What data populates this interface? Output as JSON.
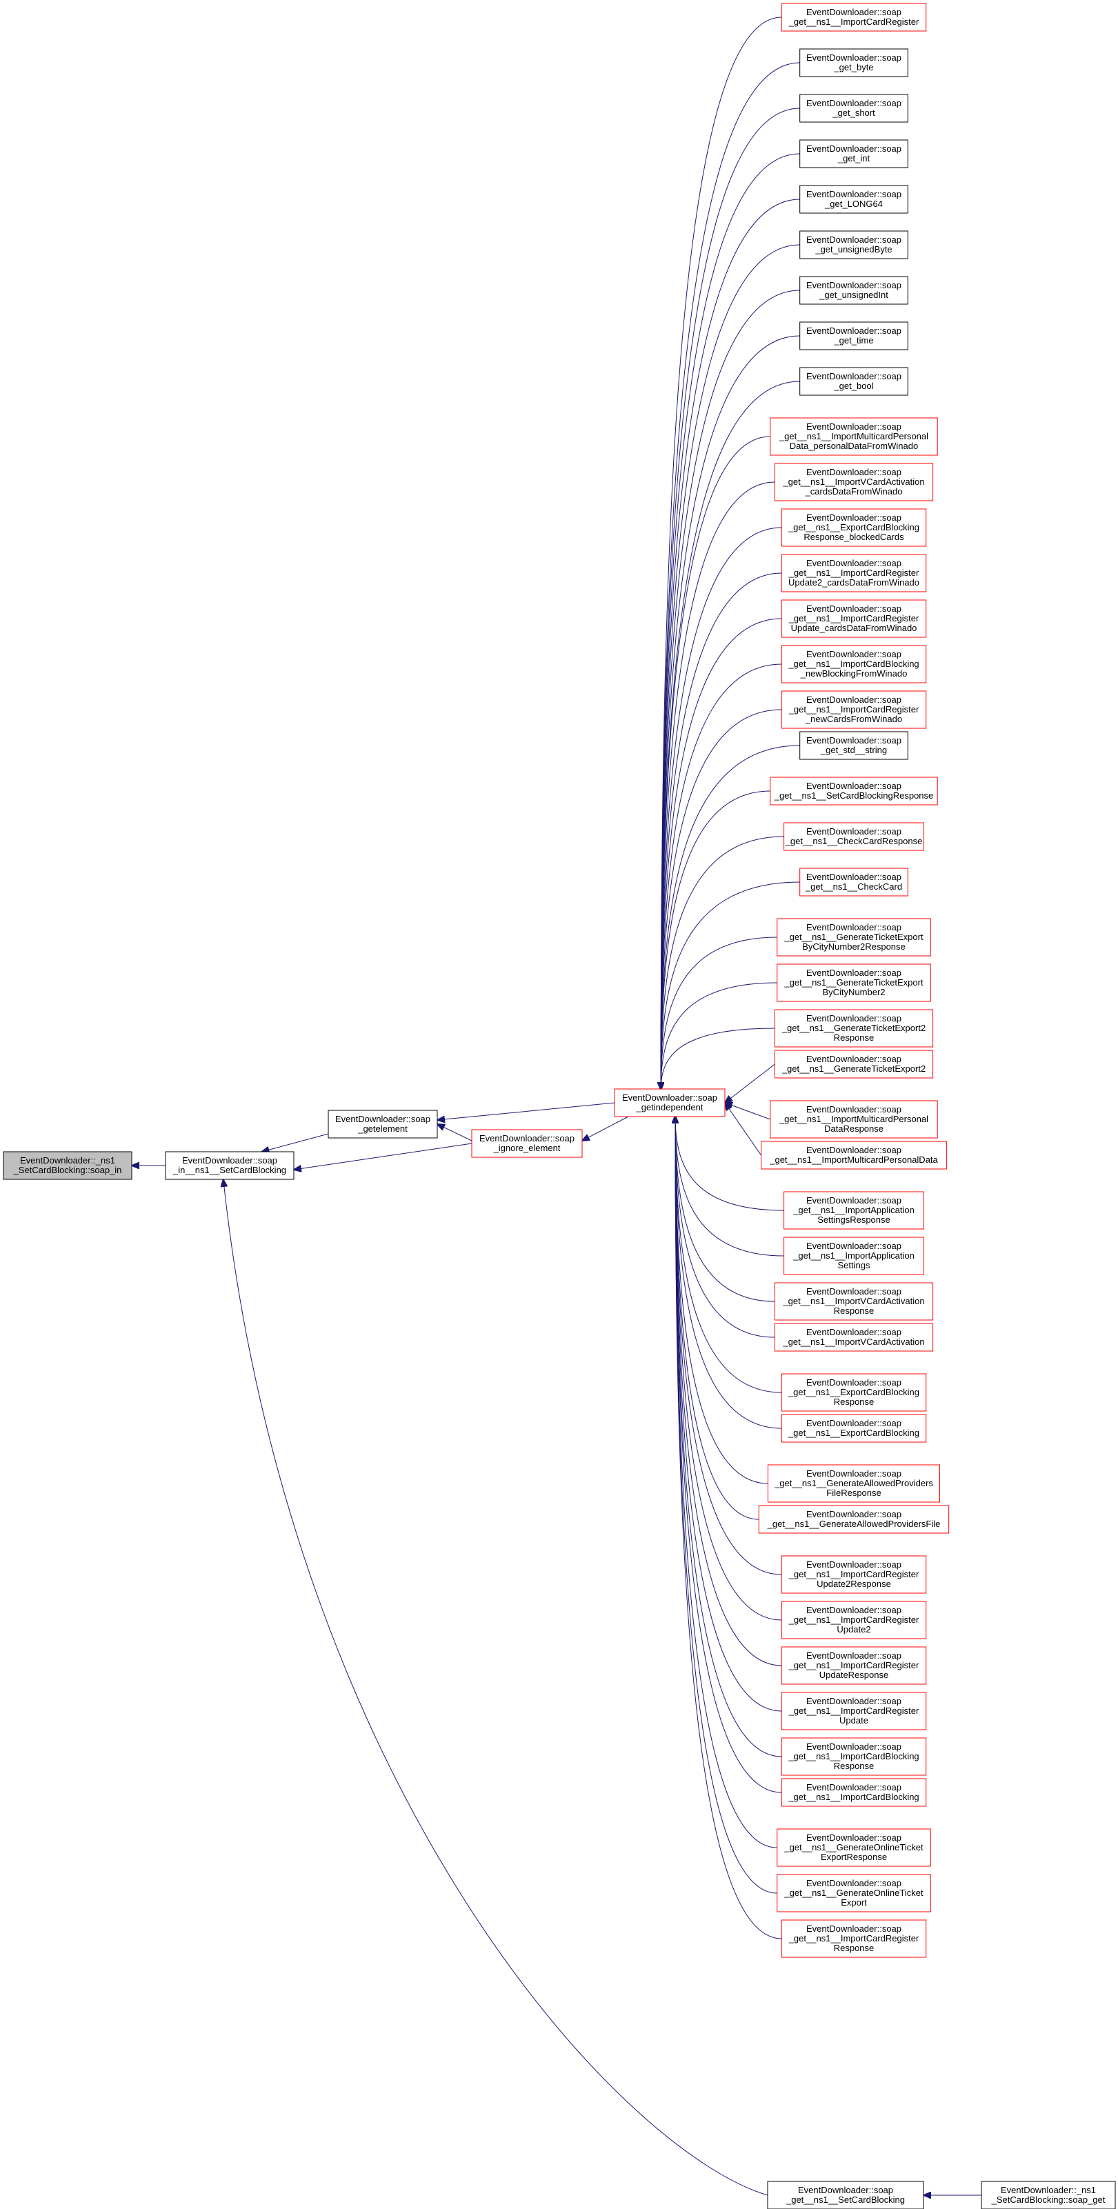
{
  "colors": {
    "edge": "#191970",
    "red_border": "#ff0000",
    "black_border": "#000000",
    "root_fill": "#bfbfbf",
    "node_fill": "#ffffff"
  },
  "nodes": {
    "root": {
      "lines": [
        "EventDownloader::_ns1",
        "_SetCardBlocking::soap_in"
      ],
      "style": "root"
    },
    "in_setcardblocking": {
      "lines": [
        "EventDownloader::soap",
        "_in__ns1__SetCardBlocking"
      ],
      "style": "black"
    },
    "getelement": {
      "lines": [
        "EventDownloader::soap",
        "_getelement"
      ],
      "style": "black"
    },
    "ignore_element": {
      "lines": [
        "EventDownloader::soap",
        "_ignore_element"
      ],
      "style": "red"
    },
    "getindependent": {
      "lines": [
        "EventDownloader::soap",
        "_getindependent"
      ],
      "style": "red"
    },
    "get_setcardblocking": {
      "lines": [
        "EventDownloader::soap",
        "_get__ns1__SetCardBlocking"
      ],
      "style": "black"
    },
    "soap_get": {
      "lines": [
        "EventDownloader::_ns1",
        "_SetCardBlocking::soap_get"
      ],
      "style": "black"
    }
  },
  "right_nodes": [
    {
      "lines": [
        "EventDownloader::soap",
        "_get__ns1__ImportCardRegister"
      ],
      "style": "red"
    },
    {
      "lines": [
        "EventDownloader::soap",
        "_get_byte"
      ],
      "style": "black"
    },
    {
      "lines": [
        "EventDownloader::soap",
        "_get_short"
      ],
      "style": "black"
    },
    {
      "lines": [
        "EventDownloader::soap",
        "_get_int"
      ],
      "style": "black"
    },
    {
      "lines": [
        "EventDownloader::soap",
        "_get_LONG64"
      ],
      "style": "black"
    },
    {
      "lines": [
        "EventDownloader::soap",
        "_get_unsignedByte"
      ],
      "style": "black"
    },
    {
      "lines": [
        "EventDownloader::soap",
        "_get_unsignedInt"
      ],
      "style": "black"
    },
    {
      "lines": [
        "EventDownloader::soap",
        "_get_time"
      ],
      "style": "black"
    },
    {
      "lines": [
        "EventDownloader::soap",
        "_get_bool"
      ],
      "style": "black"
    },
    {
      "lines": [
        "EventDownloader::soap",
        "_get__ns1__ImportMulticardPersonal",
        "Data_personalDataFromWinado"
      ],
      "style": "red"
    },
    {
      "lines": [
        "EventDownloader::soap",
        "_get__ns1__ImportVCardActivation",
        "_cardsDataFromWinado"
      ],
      "style": "red"
    },
    {
      "lines": [
        "EventDownloader::soap",
        "_get__ns1__ExportCardBlocking",
        "Response_blockedCards"
      ],
      "style": "red"
    },
    {
      "lines": [
        "EventDownloader::soap",
        "_get__ns1__ImportCardRegister",
        "Update2_cardsDataFromWinado"
      ],
      "style": "red"
    },
    {
      "lines": [
        "EventDownloader::soap",
        "_get__ns1__ImportCardRegister",
        "Update_cardsDataFromWinado"
      ],
      "style": "red"
    },
    {
      "lines": [
        "EventDownloader::soap",
        "_get__ns1__ImportCardBlocking",
        "_newBlockingFromWinado"
      ],
      "style": "red"
    },
    {
      "lines": [
        "EventDownloader::soap",
        "_get__ns1__ImportCardRegister",
        "_newCardsFromWinado"
      ],
      "style": "red"
    },
    {
      "lines": [
        "EventDownloader::soap",
        "_get_std__string"
      ],
      "style": "black"
    },
    {
      "lines": [
        "EventDownloader::soap",
        "_get__ns1__SetCardBlockingResponse"
      ],
      "style": "red"
    },
    {
      "lines": [
        "EventDownloader::soap",
        "_get__ns1__CheckCardResponse"
      ],
      "style": "red"
    },
    {
      "lines": [
        "EventDownloader::soap",
        "_get__ns1__CheckCard"
      ],
      "style": "red"
    },
    {
      "lines": [
        "EventDownloader::soap",
        "_get__ns1__GenerateTicketExport",
        "ByCityNumber2Response"
      ],
      "style": "red"
    },
    {
      "lines": [
        "EventDownloader::soap",
        "_get__ns1__GenerateTicketExport",
        "ByCityNumber2"
      ],
      "style": "red"
    },
    {
      "lines": [
        "EventDownloader::soap",
        "_get__ns1__GenerateTicketExport2",
        "Response"
      ],
      "style": "red"
    },
    {
      "lines": [
        "EventDownloader::soap",
        "_get__ns1__GenerateTicketExport2"
      ],
      "style": "red"
    },
    {
      "lines": [
        "EventDownloader::soap",
        "_get__ns1__ImportMulticardPersonal",
        "DataResponse"
      ],
      "style": "red"
    },
    {
      "lines": [
        "EventDownloader::soap",
        "_get__ns1__ImportMulticardPersonalData"
      ],
      "style": "red"
    },
    {
      "lines": [
        "EventDownloader::soap",
        "_get__ns1__ImportApplication",
        "SettingsResponse"
      ],
      "style": "red"
    },
    {
      "lines": [
        "EventDownloader::soap",
        "_get__ns1__ImportApplication",
        "Settings"
      ],
      "style": "red"
    },
    {
      "lines": [
        "EventDownloader::soap",
        "_get__ns1__ImportVCardActivation",
        "Response"
      ],
      "style": "red"
    },
    {
      "lines": [
        "EventDownloader::soap",
        "_get__ns1__ImportVCardActivation"
      ],
      "style": "red"
    },
    {
      "lines": [
        "EventDownloader::soap",
        "_get__ns1__ExportCardBlocking",
        "Response"
      ],
      "style": "red"
    },
    {
      "lines": [
        "EventDownloader::soap",
        "_get__ns1__ExportCardBlocking"
      ],
      "style": "red"
    },
    {
      "lines": [
        "EventDownloader::soap",
        "_get__ns1__GenerateAllowedProviders",
        "FileResponse"
      ],
      "style": "red"
    },
    {
      "lines": [
        "EventDownloader::soap",
        "_get__ns1__GenerateAllowedProvidersFile"
      ],
      "style": "red"
    },
    {
      "lines": [
        "EventDownloader::soap",
        "_get__ns1__ImportCardRegister",
        "Update2Response"
      ],
      "style": "red"
    },
    {
      "lines": [
        "EventDownloader::soap",
        "_get__ns1__ImportCardRegister",
        "Update2"
      ],
      "style": "red"
    },
    {
      "lines": [
        "EventDownloader::soap",
        "_get__ns1__ImportCardRegister",
        "UpdateResponse"
      ],
      "style": "red"
    },
    {
      "lines": [
        "EventDownloader::soap",
        "_get__ns1__ImportCardRegister",
        "Update"
      ],
      "style": "red"
    },
    {
      "lines": [
        "EventDownloader::soap",
        "_get__ns1__ImportCardBlocking",
        "Response"
      ],
      "style": "red"
    },
    {
      "lines": [
        "EventDownloader::soap",
        "_get__ns1__ImportCardBlocking"
      ],
      "style": "red"
    },
    {
      "lines": [
        "EventDownloader::soap",
        "_get__ns1__GenerateOnlineTicket",
        "ExportResponse"
      ],
      "style": "red"
    },
    {
      "lines": [
        "EventDownloader::soap",
        "_get__ns1__GenerateOnlineTicket",
        "Export"
      ],
      "style": "red"
    },
    {
      "lines": [
        "EventDownloader::soap",
        "_get__ns1__ImportCardRegister",
        "Response"
      ],
      "style": "red"
    }
  ],
  "edges": [
    [
      "in_setcardblocking",
      "root"
    ],
    [
      "getelement",
      "in_setcardblocking"
    ],
    [
      "ignore_element",
      "in_setcardblocking"
    ],
    [
      "get_setcardblocking",
      "in_setcardblocking"
    ],
    [
      "getindependent",
      "getelement"
    ],
    [
      "ignore_element",
      "getelement"
    ],
    [
      "getindependent",
      "ignore_element"
    ],
    [
      "soap_get",
      "get_setcardblocking"
    ]
  ]
}
